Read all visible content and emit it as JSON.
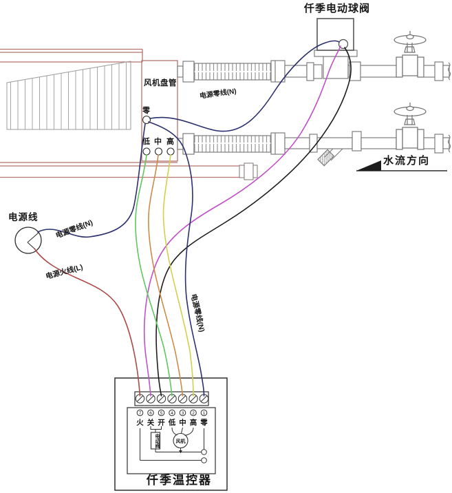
{
  "colors": {
    "casing": "#b5736b",
    "pipe": "#7d7d7d",
    "ink": "#2a2a2a",
    "wire_neutral": "#2b2f6e",
    "wire_live": "#a84a48",
    "wire_valve_close": "#c050c8",
    "wire_valve_open": "#1c1c1c",
    "wire_low": "#5ec85e",
    "wire_mid": "#cd8a45",
    "wire_high": "#d4cf4a"
  },
  "labels": {
    "valve_title": "仟季电动球阀",
    "fan_coil": "风机盘管",
    "neutral": "零",
    "low": "低",
    "mid": "中",
    "high": "高",
    "power_neutral_top": "电源零线(N)",
    "power_cord": "电源线",
    "power_neutral_left": "电源零线(N)",
    "power_live_left": "电源火线(L)",
    "power_neutral_bundle": "电源零线(N)",
    "water_flow": "水流方向",
    "thermostat_title": "仟季温控器"
  },
  "thermostat": {
    "terminals": [
      {
        "num": "7",
        "label": "火"
      },
      {
        "num": "6",
        "label": "关"
      },
      {
        "num": "5",
        "label": "开"
      },
      {
        "num": "4",
        "label": "低"
      },
      {
        "num": "3",
        "label": "中"
      },
      {
        "num": "2",
        "label": "高"
      },
      {
        "num": "1",
        "label": "零"
      }
    ],
    "valve_box_label": "电动阀",
    "fan_label": "风机"
  }
}
